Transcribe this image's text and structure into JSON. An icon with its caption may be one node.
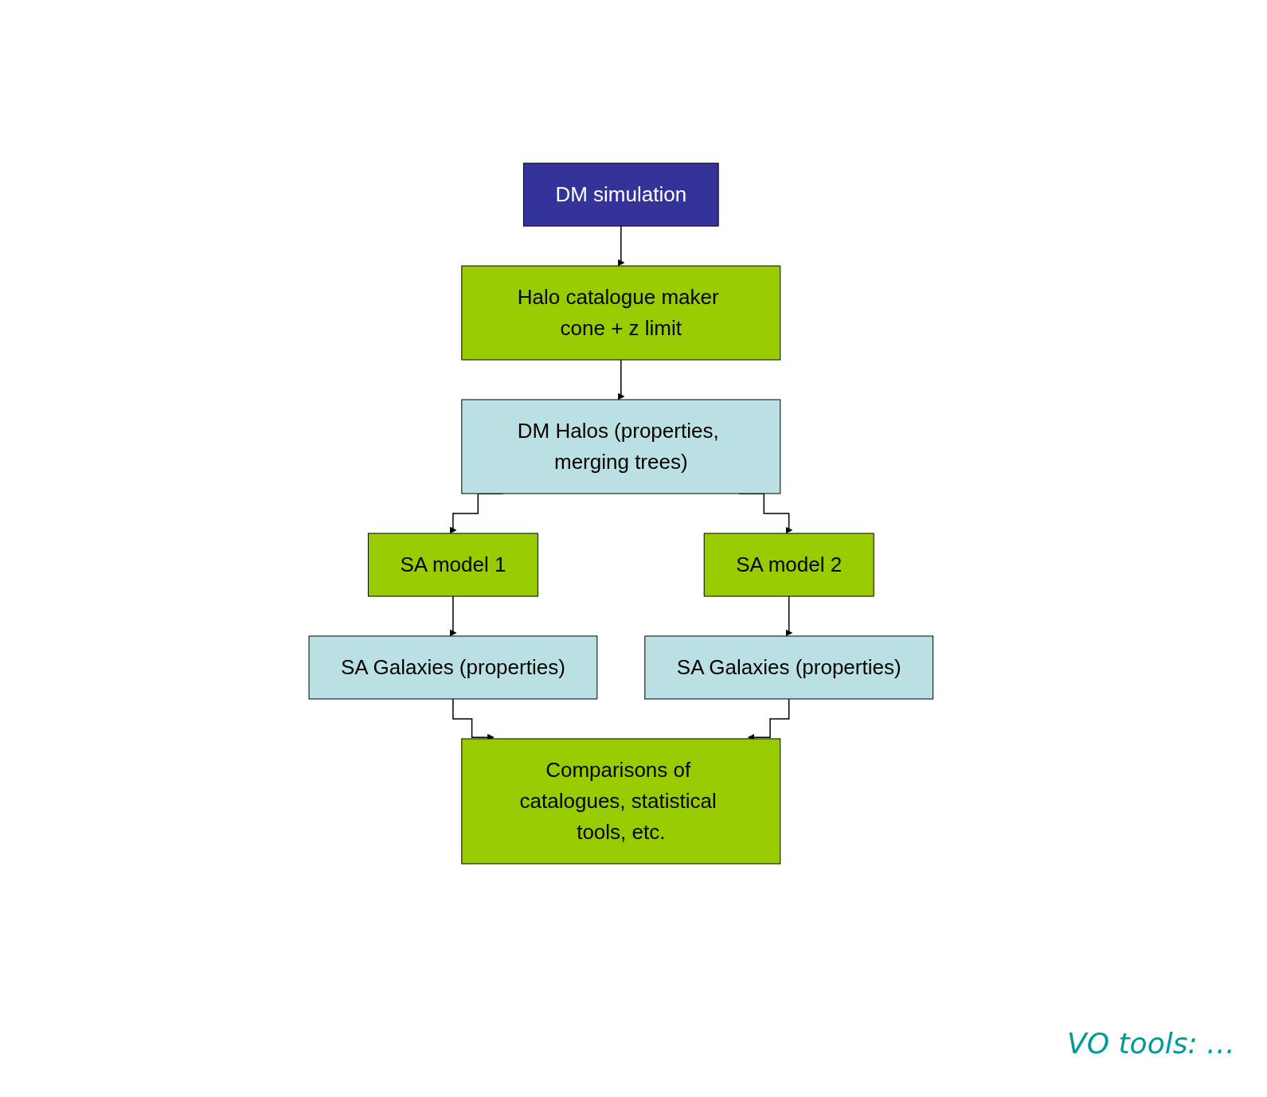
{
  "diagram": {
    "nodes": [
      {
        "text": [
          "DM simulation"
        ]
      },
      {
        "text": [
          "Halo catalogue maker cone + z limit"
        ]
      },
      {
        "text": [
          "DM Halos (properties, merging trees)"
        ]
      },
      {
        "text": [
          "SA model 1"
        ]
      },
      {
        "text": [
          "SA model 2"
        ]
      },
      {
        "text": [
          "SA Galaxies (properties)"
        ]
      },
      {
        "text": [
          "SA Galaxies (properties)"
        ]
      },
      {
        "text": [
          "Comparisons of catalogues, statistical tools, etc."
        ]
      }
    ],
    "edges": [
      {
        "from": 0,
        "to": 1,
        "arrow": "to"
      },
      {
        "from": 1,
        "to": 2,
        "arrow": "to"
      },
      {
        "from": 2,
        "to": 3,
        "arrow": "to"
      },
      {
        "from": 2,
        "to": 4,
        "arrow": "to"
      },
      {
        "from": 3,
        "to": 5,
        "arrow": "to"
      },
      {
        "from": 4,
        "to": 6,
        "arrow": "to"
      },
      {
        "from": 5,
        "to": 7,
        "arrow": "to"
      },
      {
        "from": 6,
        "to": 7,
        "arrow": "to"
      }
    ],
    "labels": [
      "VO tools: …"
    ]
  }
}
